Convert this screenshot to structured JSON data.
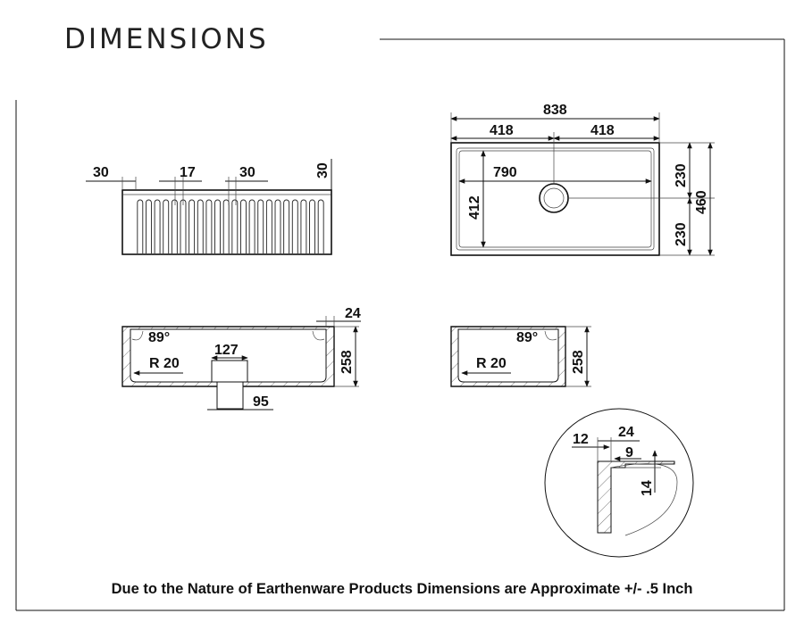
{
  "title": "DIMENSIONS",
  "footer_note": "Due to the Nature of Earthenware Products Dimensions are Approximate +/- .5 Inch",
  "front_view": {
    "dim_30_left": "30",
    "dim_17": "17",
    "dim_30_mid": "30",
    "dim_30_right": "30"
  },
  "top_view": {
    "dim_838": "838",
    "dim_418_left": "418",
    "dim_418_right": "418",
    "dim_790": "790",
    "dim_412": "412",
    "dim_230_top": "230",
    "dim_230_bottom": "230",
    "dim_460": "460"
  },
  "long_section": {
    "dim_24": "24",
    "angle": "89°",
    "radius": "R 20",
    "dim_127": "127",
    "dim_258": "258",
    "dim_95": "95"
  },
  "short_section": {
    "angle": "89°",
    "radius": "R 20",
    "dim_258": "258"
  },
  "detail": {
    "dim_12": "12",
    "dim_24": "24",
    "dim_9": "9",
    "dim_14": "14"
  }
}
